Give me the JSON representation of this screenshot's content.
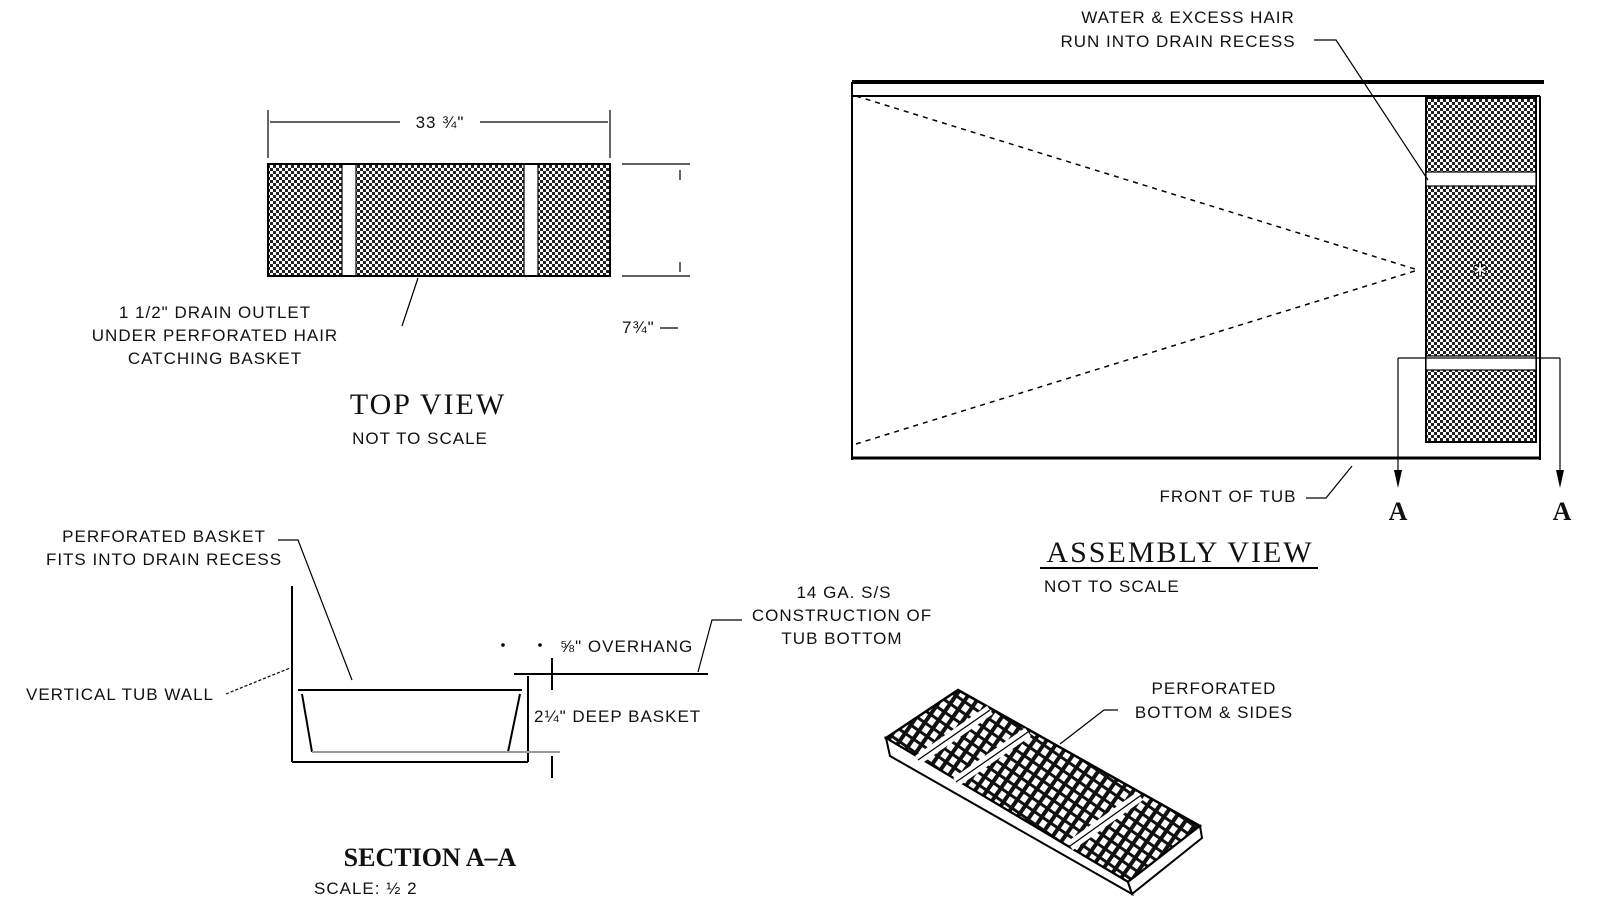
{
  "top_view": {
    "title": "TOP VIEW",
    "subtitle": "NOT TO SCALE",
    "dim_width": "33 ¾\"",
    "dim_side": "7¾\"",
    "callout": [
      "1 1/2\" DRAIN OUTLET",
      "UNDER PERFORATED HAIR",
      "CATCHING BASKET"
    ]
  },
  "assembly_view": {
    "title": "ASSEMBLY VIEW",
    "subtitle": "NOT TO SCALE",
    "callout_top": [
      "WATER & EXCESS HAIR",
      "RUN INTO DRAIN RECESS"
    ],
    "front_label": "FRONT OF TUB",
    "section_marks": [
      "A",
      "A"
    ]
  },
  "section_aa": {
    "title": "SECTION A–A",
    "subtitle": "SCALE: ½ 2",
    "basket_callout": [
      "PERFORATED BASKET",
      "FITS INTO DRAIN RECESS"
    ],
    "wall_label": "VERTICAL TUB WALL",
    "overhang_label": "⅝\" OVERHANG",
    "construction_callout": [
      "14 GA. S/S",
      "CONSTRUCTION OF",
      "TUB BOTTOM"
    ],
    "depth_label": "2¼\" DEEP BASKET"
  },
  "iso_view": {
    "callout": [
      "PERFORATED",
      "BOTTOM & SIDES"
    ]
  }
}
